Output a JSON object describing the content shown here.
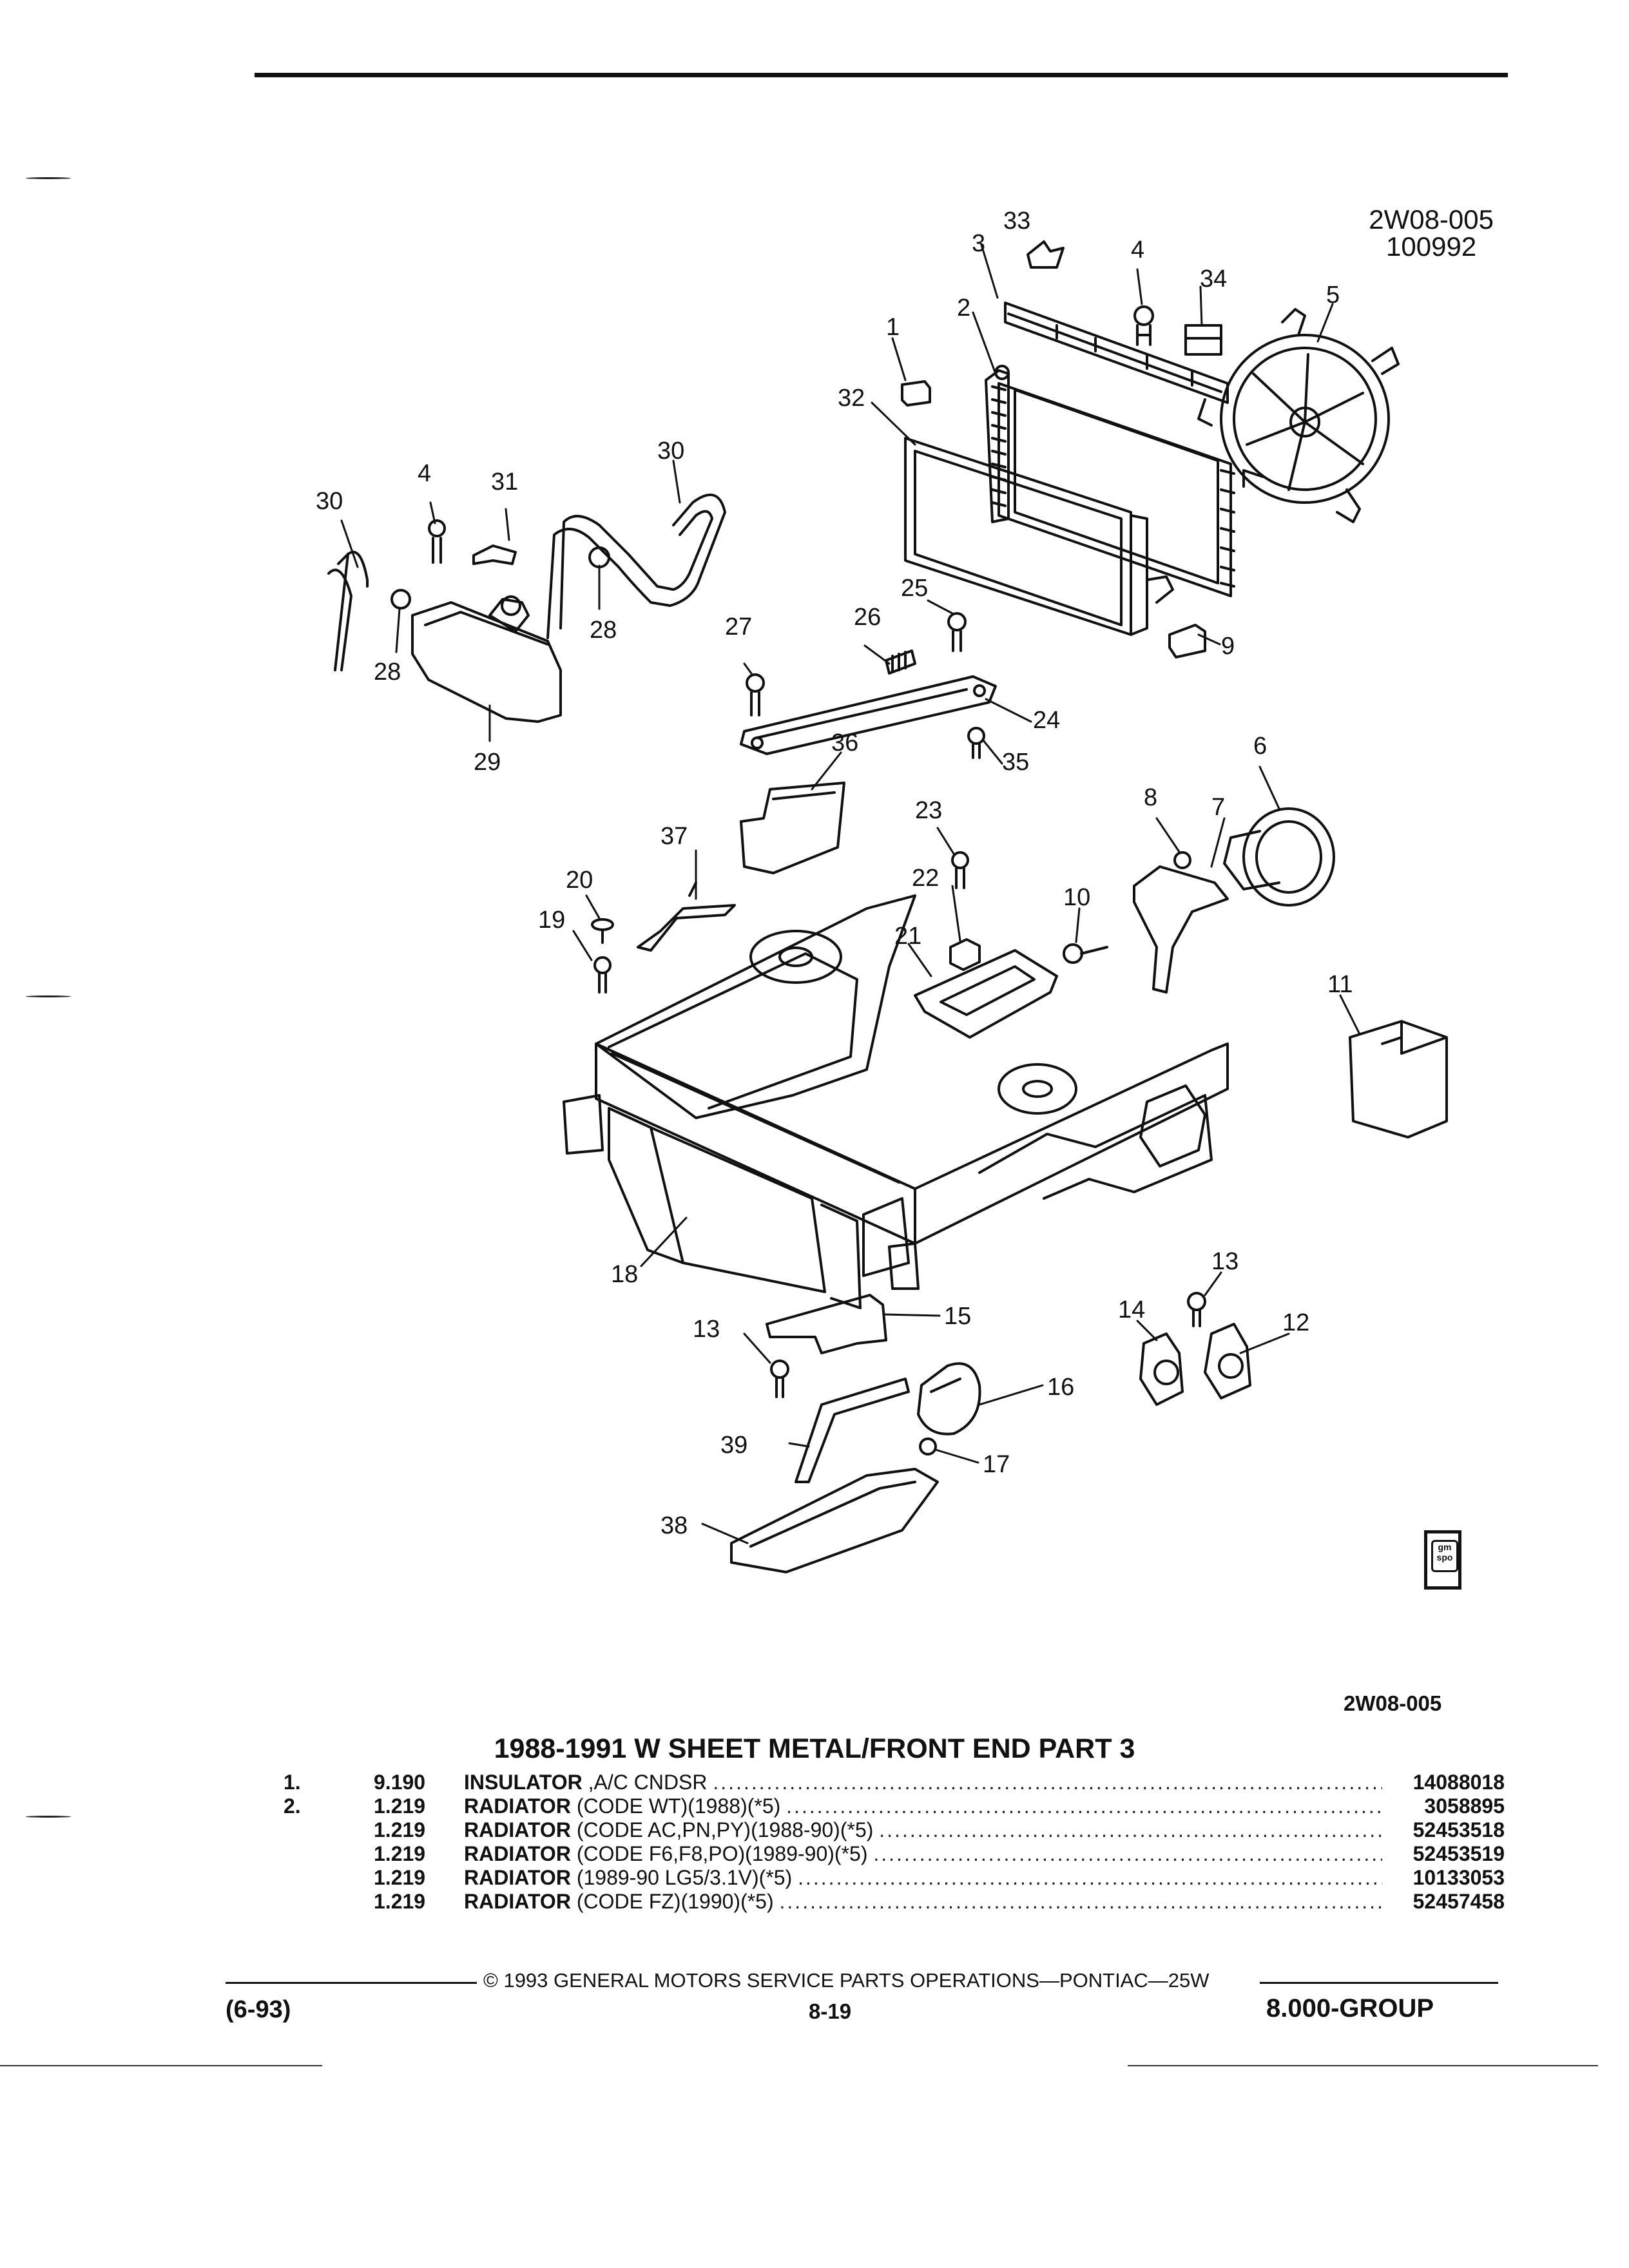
{
  "header": {
    "ref_code": "2W08-005",
    "date_code": "100992"
  },
  "callouts": [
    "1",
    "2",
    "3",
    "4",
    "5",
    "6",
    "7",
    "8",
    "9",
    "10",
    "11",
    "12",
    "13",
    "14",
    "15",
    "16",
    "17",
    "18",
    "19",
    "20",
    "21",
    "22",
    "23",
    "24",
    "25",
    "26",
    "27",
    "28",
    "29",
    "30",
    "31",
    "32",
    "33",
    "34",
    "35",
    "36",
    "37",
    "38",
    "39"
  ],
  "diagram_labels": {
    "n33": "33",
    "n3": "3",
    "n4a": "4",
    "n34": "34",
    "n5": "5",
    "n2": "2",
    "n1": "1",
    "n32": "32",
    "n30a": "30",
    "n30b": "30",
    "n4b": "4",
    "n31": "31",
    "n28a": "28",
    "n28b": "28",
    "n29": "29",
    "n27": "27",
    "n26": "26",
    "n25": "25",
    "n9": "9",
    "n24": "24",
    "n35": "35",
    "n36": "36",
    "n6": "6",
    "n8": "8",
    "n7": "7",
    "n23": "23",
    "n37": "37",
    "n20": "20",
    "n22": "22",
    "n10": "10",
    "n19": "19",
    "n21": "21",
    "n11": "11",
    "n18": "18",
    "n13a": "13",
    "n14": "14",
    "n12": "12",
    "n13b": "13",
    "n15": "15",
    "n16": "16",
    "n39": "39",
    "n17": "17",
    "n38": "38"
  },
  "logo_text": "gm spo",
  "section_ref": "2W08-005",
  "section_title": "1988-1991 W SHEET METAL/FRONT END PART 3",
  "parts": [
    {
      "index": "1.",
      "group": "9.190",
      "name": "INSULATOR",
      "detail": " ,A/C CNDSR",
      "part_no": "14088018"
    },
    {
      "index": "2.",
      "group": "1.219",
      "name": "RADIATOR",
      "detail": " (CODE WT)(1988)(*5)",
      "part_no": "3058895"
    },
    {
      "index": "",
      "group": "1.219",
      "name": "RADIATOR",
      "detail": " (CODE AC,PN,PY)(1988-90)(*5)",
      "part_no": "52453518"
    },
    {
      "index": "",
      "group": "1.219",
      "name": "RADIATOR",
      "detail": " (CODE F6,F8,PO)(1989-90)(*5)",
      "part_no": "52453519"
    },
    {
      "index": "",
      "group": "1.219",
      "name": "RADIATOR",
      "detail": " (1989-90 LG5/3.1V)(*5)",
      "part_no": "10133053"
    },
    {
      "index": "",
      "group": "1.219",
      "name": "RADIATOR",
      "detail": " (CODE FZ)(1990)(*5)",
      "part_no": "52457458"
    }
  ],
  "footer": {
    "copyright": "© 1993 GENERAL MOTORS SERVICE PARTS OPERATIONS—PONTIAC—25W",
    "revision": "(6-93)",
    "page": "8-19",
    "group": "8.000-GROUP"
  }
}
